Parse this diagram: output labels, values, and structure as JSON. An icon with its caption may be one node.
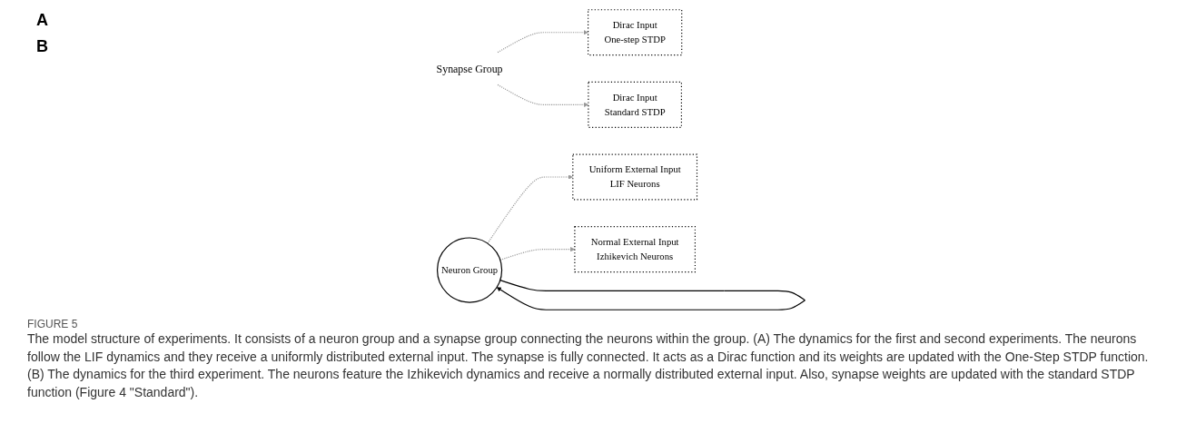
{
  "diagram": {
    "title": "FIGURE 5",
    "caption": "The model structure of experiments. It consists of a neuron group and a synapse group connecting the neurons within the group. (A) The dynamics for the first and second experiments. The neurons follow the LIF dynamics and they receive a uniformly distributed external input. The synapse is fully connected. It acts as a Dirac function and its weights are updated with the One-Step STDP function. (B) The dynamics for the third experiment. The neurons feature the Izhikevich dynamics and receive a normally distributed external input. Also, synapse weights are updated with the standard STDP function (Figure 4 \"Standard\").",
    "nodes": [
      {
        "text": [
          "Synapse Group"
        ]
      },
      {
        "text": [
          "Dirac Input",
          "One-step STDP"
        ]
      },
      {
        "text": [
          "Dirac Input",
          "Standard STDP"
        ]
      },
      {
        "text": [
          "Uniform External Input",
          "LIF Neurons"
        ]
      },
      {
        "text": [
          "Neuron Group"
        ]
      },
      {
        "text": [
          "Normal External Input",
          "Izhikevich Neurons"
        ]
      }
    ],
    "edges": [
      {
        "from": 4,
        "to": 4,
        "arrow": "to",
        "color": "#000000"
      },
      {
        "from": 0,
        "to": 1,
        "arrow": "to",
        "style": "dashed",
        "color": "#999999"
      },
      {
        "from": 0,
        "to": 2,
        "arrow": "to",
        "style": "dashed",
        "color": "#999999"
      },
      {
        "from": 4,
        "to": 3,
        "arrow": "to",
        "style": "dashed",
        "color": "#999999"
      },
      {
        "from": 4,
        "to": 5,
        "arrow": "to",
        "style": "dashed",
        "color": "#999999"
      }
    ],
    "labels": [
      "A",
      "B"
    ]
  }
}
